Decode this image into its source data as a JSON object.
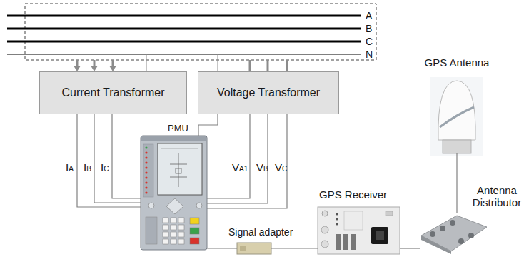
{
  "diagram": {
    "nodes": [
      {
        "text": [
          "Current Transformer"
        ]
      },
      {
        "text": [
          "Voltage Transformer"
        ]
      },
      {
        "text": [
          "PMU"
        ]
      },
      {
        "text": [
          "GPS Antenna"
        ]
      },
      {
        "text": [
          "GPS Receiver"
        ]
      },
      {
        "text": [
          "Antenna Distributor"
        ]
      },
      {
        "text": [
          "Signal adapter"
        ]
      }
    ],
    "edges": [
      {
        "from": 0,
        "to": 2,
        "arrow": "none"
      },
      {
        "from": 1,
        "to": 2,
        "arrow": "none"
      },
      {
        "from": 3,
        "to": 5,
        "arrow": "none"
      },
      {
        "from": 5,
        "to": 4,
        "arrow": "none"
      },
      {
        "from": 4,
        "to": 6,
        "arrow": "none"
      },
      {
        "from": 6,
        "to": 2,
        "arrow": "none"
      }
    ],
    "labels": [
      "A",
      "B",
      "C",
      "N",
      "IA",
      "IB",
      "IC",
      "VA1",
      "VB",
      "VC"
    ]
  }
}
